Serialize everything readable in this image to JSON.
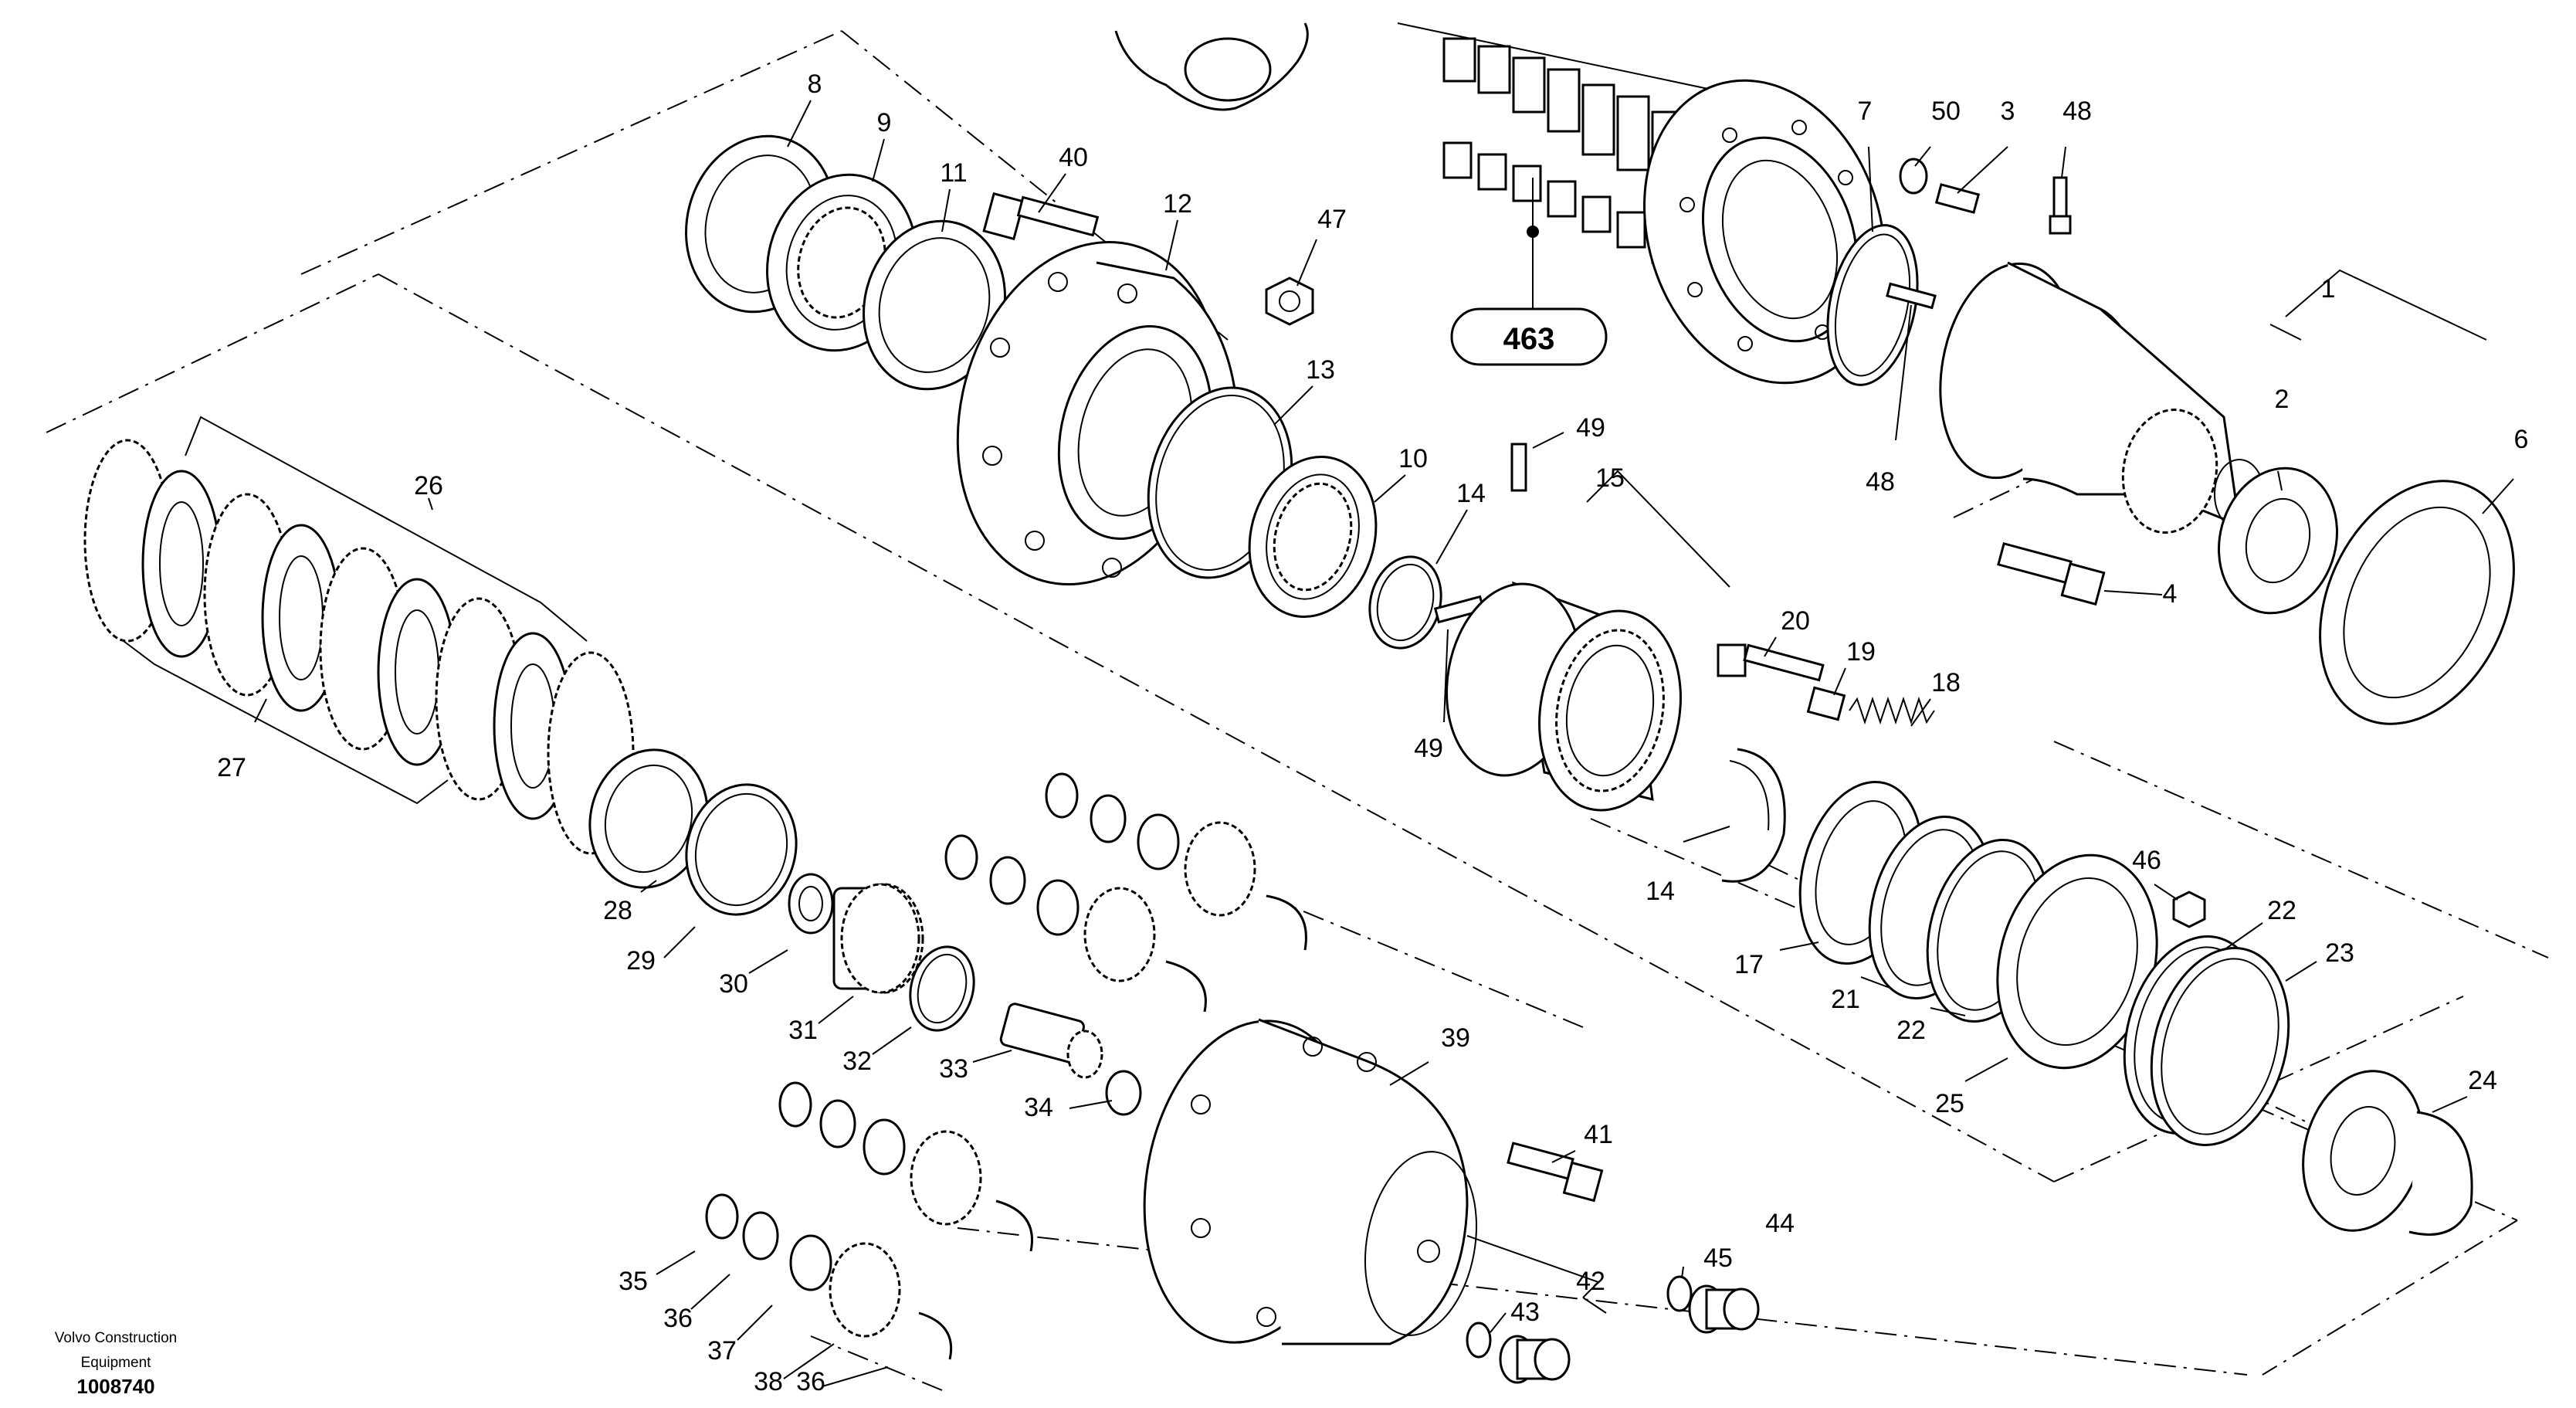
{
  "diagram": {
    "publisher_line1": "Volvo Construction",
    "publisher_line2": "Equipment",
    "figure_number": "1008740",
    "reference_box": "463",
    "callouts": [
      {
        "id": "c1",
        "label": "1"
      },
      {
        "id": "c2",
        "label": "2"
      },
      {
        "id": "c3",
        "label": "3"
      },
      {
        "id": "c4",
        "label": "4"
      },
      {
        "id": "c6",
        "label": "6"
      },
      {
        "id": "c7",
        "label": "7"
      },
      {
        "id": "c8",
        "label": "8"
      },
      {
        "id": "c9",
        "label": "9"
      },
      {
        "id": "c10",
        "label": "10"
      },
      {
        "id": "c11",
        "label": "11"
      },
      {
        "id": "c12",
        "label": "12"
      },
      {
        "id": "c13",
        "label": "13"
      },
      {
        "id": "c14a",
        "label": "14"
      },
      {
        "id": "c14b",
        "label": "14"
      },
      {
        "id": "c15",
        "label": "15"
      },
      {
        "id": "c17",
        "label": "17"
      },
      {
        "id": "c18",
        "label": "18"
      },
      {
        "id": "c19",
        "label": "19"
      },
      {
        "id": "c20",
        "label": "20"
      },
      {
        "id": "c21",
        "label": "21"
      },
      {
        "id": "c22a",
        "label": "22"
      },
      {
        "id": "c22b",
        "label": "22"
      },
      {
        "id": "c23",
        "label": "23"
      },
      {
        "id": "c24",
        "label": "24"
      },
      {
        "id": "c25",
        "label": "25"
      },
      {
        "id": "c26",
        "label": "26"
      },
      {
        "id": "c27",
        "label": "27"
      },
      {
        "id": "c28",
        "label": "28"
      },
      {
        "id": "c29",
        "label": "29"
      },
      {
        "id": "c30",
        "label": "30"
      },
      {
        "id": "c31",
        "label": "31"
      },
      {
        "id": "c32",
        "label": "32"
      },
      {
        "id": "c33",
        "label": "33"
      },
      {
        "id": "c34",
        "label": "34"
      },
      {
        "id": "c35",
        "label": "35"
      },
      {
        "id": "c36a",
        "label": "36"
      },
      {
        "id": "c36b",
        "label": "36"
      },
      {
        "id": "c37",
        "label": "37"
      },
      {
        "id": "c38",
        "label": "38"
      },
      {
        "id": "c39",
        "label": "39"
      },
      {
        "id": "c40",
        "label": "40"
      },
      {
        "id": "c41",
        "label": "41"
      },
      {
        "id": "c42",
        "label": "42"
      },
      {
        "id": "c43",
        "label": "43"
      },
      {
        "id": "c44",
        "label": "44"
      },
      {
        "id": "c45",
        "label": "45"
      },
      {
        "id": "c46",
        "label": "46"
      },
      {
        "id": "c47",
        "label": "47"
      },
      {
        "id": "c48a",
        "label": "48"
      },
      {
        "id": "c48b",
        "label": "48"
      },
      {
        "id": "c49a",
        "label": "49"
      },
      {
        "id": "c49b",
        "label": "49"
      },
      {
        "id": "c50",
        "label": "50"
      }
    ]
  }
}
